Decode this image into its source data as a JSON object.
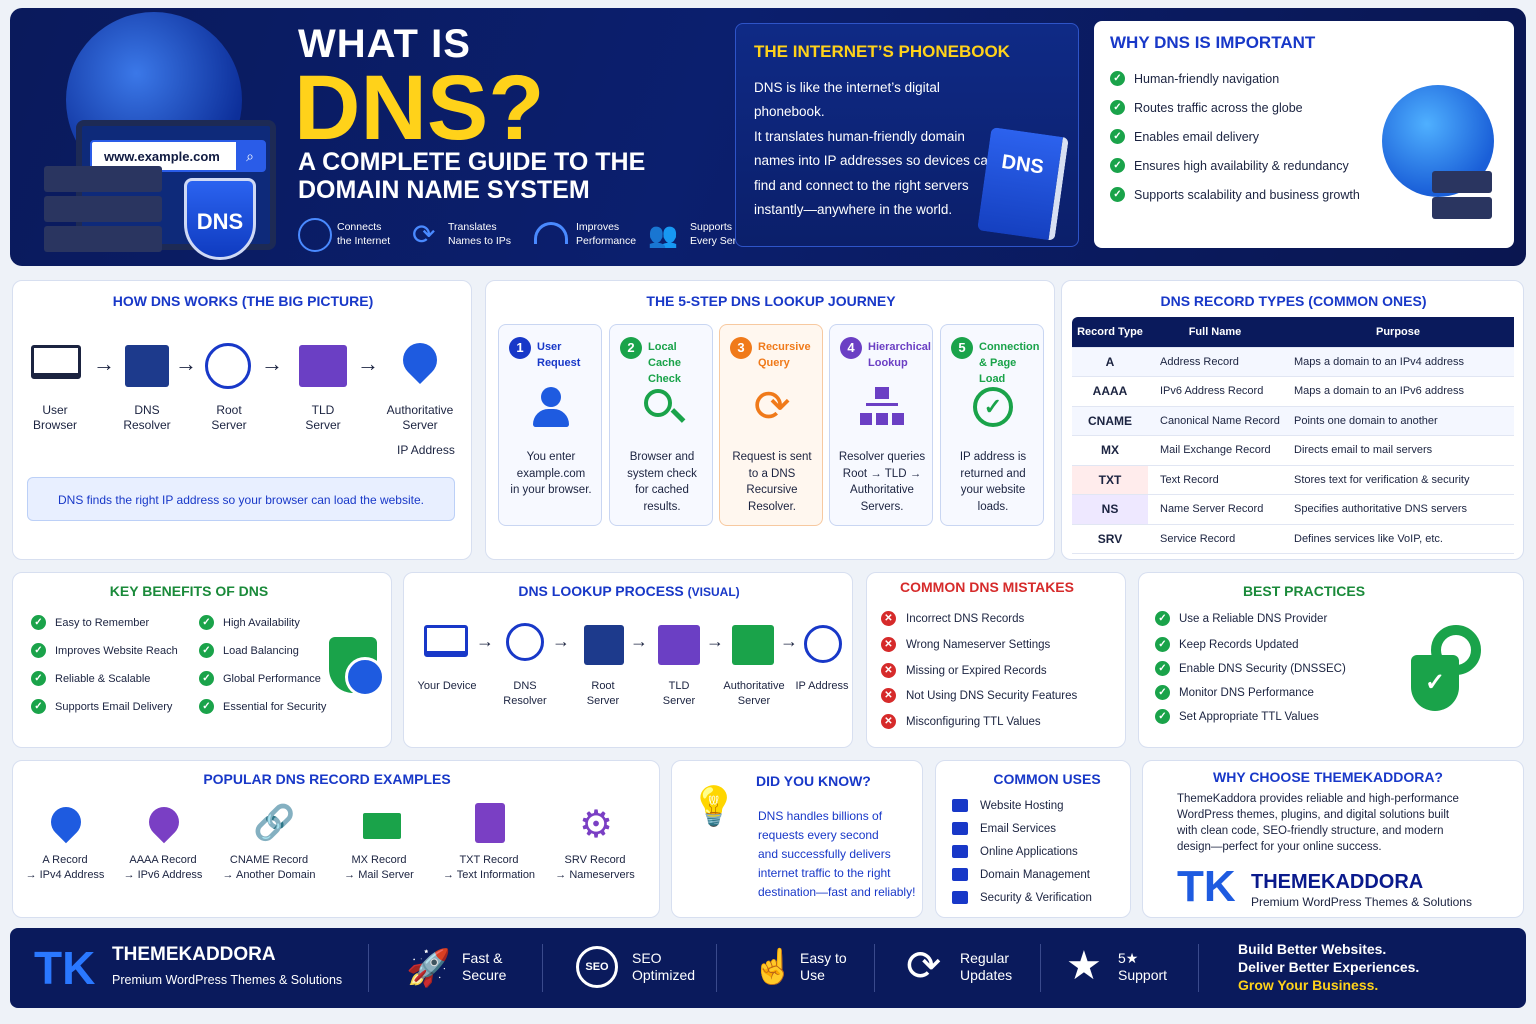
{
  "hero": {
    "title_line1": "WHAT IS",
    "title_big": "DNS?",
    "subtitle_line1": "A COMPLETE GUIDE TO THE",
    "subtitle_line2": "DOMAIN NAME SYSTEM",
    "url_text": "www.example.com",
    "shield_text": "DNS",
    "features": [
      {
        "l1": "Connects",
        "l2": "the Internet"
      },
      {
        "l1": "Translates",
        "l2": "Names to IPs"
      },
      {
        "l1": "Improves",
        "l2": "Performance"
      },
      {
        "l1": "Supports",
        "l2": "Every Service"
      }
    ]
  },
  "phonebook": {
    "title": "THE INTERNET’S PHONEBOOK",
    "lines": [
      "DNS is like the internet’s digital phonebook.",
      "It translates human-friendly domain",
      "names into IP addresses so devices can",
      "find and connect to the right servers",
      "instantly—anywhere in the world."
    ],
    "book_text": "DNS"
  },
  "why_important": {
    "title": "WHY DNS IS IMPORTANT",
    "items": [
      "Human-friendly navigation",
      "Routes traffic across the globe",
      "Enables email delivery",
      "Ensures high availability & redundancy",
      "Supports scalability and business growth"
    ]
  },
  "how_works": {
    "title": "HOW DNS WORKS (THE BIG PICTURE)",
    "nodes": [
      {
        "l1": "User",
        "l2": "Browser"
      },
      {
        "l1": "DNS",
        "l2": "Resolver"
      },
      {
        "l1": "Root",
        "l2": "Server"
      },
      {
        "l1": "TLD",
        "l2": "Server"
      },
      {
        "l1": "Authoritative",
        "l2": "Server"
      }
    ],
    "ip_label": "IP Address",
    "note": "DNS finds the right IP address so your browser can load the website."
  },
  "lookup": {
    "title": "THE 5-STEP DNS LOOKUP JOURNEY",
    "steps": [
      {
        "n": "1",
        "t1": "User",
        "t2": "Request",
        "d": [
          "You enter",
          "example.com",
          "in your browser."
        ]
      },
      {
        "n": "2",
        "t1": "Local Cache",
        "t2": "Check",
        "d": [
          "Browser and",
          "system check",
          "for cached",
          "results."
        ]
      },
      {
        "n": "3",
        "t1": "Recursive",
        "t2": "Query",
        "d": [
          "Request is sent",
          "to a DNS",
          "Recursive",
          "Resolver."
        ]
      },
      {
        "n": "4",
        "t1": "Hierarchical",
        "t2": "Lookup",
        "d": [
          "Resolver queries",
          "Root → TLD →",
          "Authoritative",
          "Servers."
        ]
      },
      {
        "n": "5",
        "t1": "Connection",
        "t2": "& Page Load",
        "d": [
          "IP address is",
          "returned and",
          "your website",
          "loads."
        ]
      }
    ]
  },
  "records": {
    "title": "DNS RECORD TYPES (COMMON ONES)",
    "headers": [
      "Record Type",
      "Full Name",
      "Purpose"
    ],
    "rows": [
      [
        "A",
        "Address Record",
        "Maps a domain to an IPv4 address"
      ],
      [
        "AAAA",
        "IPv6 Address Record",
        "Maps a domain to an IPv6 address"
      ],
      [
        "CNAME",
        "Canonical Name Record",
        "Points one domain to another"
      ],
      [
        "MX",
        "Mail Exchange Record",
        "Directs email to mail servers"
      ],
      [
        "TXT",
        "Text Record",
        "Stores text for verification & security"
      ],
      [
        "NS",
        "Name Server Record",
        "Specifies authoritative DNS servers"
      ],
      [
        "SRV",
        "Service Record",
        "Defines services like VoIP, etc."
      ]
    ]
  },
  "benefits": {
    "title": "KEY BENEFITS OF DNS",
    "left": [
      "Easy to Remember",
      "Improves Website Reach",
      "Reliable & Scalable",
      "Supports Email Delivery"
    ],
    "right": [
      "High Availability",
      "Load Balancing",
      "Global Performance",
      "Essential for Security"
    ]
  },
  "visual": {
    "title": "DNS LOOKUP PROCESS",
    "title_suffix": "(VISUAL)",
    "nodes": [
      {
        "l1": "Your Device",
        "l2": ""
      },
      {
        "l1": "DNS",
        "l2": "Resolver"
      },
      {
        "l1": "Root",
        "l2": "Server"
      },
      {
        "l1": "TLD",
        "l2": "Server"
      },
      {
        "l1": "Authoritative",
        "l2": "Server"
      },
      {
        "l1": "IP Address",
        "l2": ""
      }
    ]
  },
  "mistakes": {
    "title": "COMMON DNS MISTAKES",
    "items": [
      "Incorrect DNS Records",
      "Wrong Nameserver Settings",
      "Missing or Expired Records",
      "Not Using DNS Security Features",
      "Misconfiguring TTL Values"
    ]
  },
  "best": {
    "title": "BEST PRACTICES",
    "items": [
      "Use a Reliable DNS Provider",
      "Keep Records Updated",
      "Enable DNS Security (DNSSEC)",
      "Monitor DNS Performance",
      "Set Appropriate TTL Values"
    ]
  },
  "examples": {
    "title": "POPULAR DNS RECORD EXAMPLES",
    "items": [
      {
        "l1": "A Record",
        "l2": "→ IPv4 Address"
      },
      {
        "l1": "AAAA Record",
        "l2": "→ IPv6 Address"
      },
      {
        "l1": "CNAME Record",
        "l2": "→ Another Domain"
      },
      {
        "l1": "MX Record",
        "l2": "→ Mail Server"
      },
      {
        "l1": "TXT Record",
        "l2": "→ Text Information"
      },
      {
        "l1": "SRV Record",
        "l2": "→ Nameservers"
      }
    ]
  },
  "didyou": {
    "title": "DID YOU KNOW?",
    "lines": [
      "DNS handles billions of",
      "requests every second",
      "and successfully delivers",
      "internet traffic to the right",
      "destination—fast and reliably!"
    ]
  },
  "uses": {
    "title": "COMMON USES",
    "items": [
      "Website Hosting",
      "Email Services",
      "Online Applications",
      "Domain Management",
      "Security & Verification"
    ]
  },
  "why_choose": {
    "title": "WHY CHOOSE THEMEKADDORA?",
    "lines": [
      "ThemeKaddora provides reliable and high-performance",
      "WordPress themes, plugins, and digital solutions built",
      "with clean code, SEO-friendly structure, and modern",
      "design—perfect for your online success."
    ],
    "brand": "THEMEKADDORA",
    "tagline": "Premium WordPress Themes & Solutions"
  },
  "footer": {
    "brand": "THEMEKADDORA",
    "tagline": "Premium WordPress Themes & Solutions",
    "features": [
      {
        "l1": "Fast &",
        "l2": "Secure"
      },
      {
        "l1": "SEO",
        "l2": "Optimized"
      },
      {
        "l1": "Easy to",
        "l2": "Use"
      },
      {
        "l1": "Regular",
        "l2": "Updates"
      },
      {
        "l1": "5★",
        "l2": "Support"
      }
    ],
    "cta1": "Build Better Websites.",
    "cta2": "Deliver Better Experiences.",
    "cta3": "Grow Your Business."
  },
  "colors": {
    "navy": "#0a1a5c",
    "blue": "#1838c8",
    "yellow": "#ffd21a",
    "green": "#1aa34a",
    "red": "#d62b2b",
    "orange": "#f07a1a",
    "purple": "#6b3fc4"
  }
}
